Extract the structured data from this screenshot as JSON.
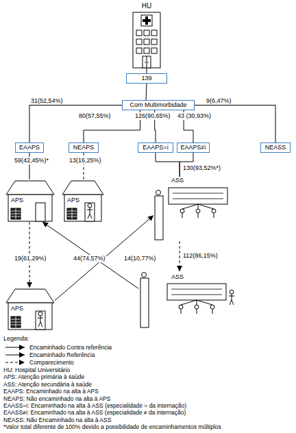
{
  "diagram": {
    "nodes": [
      {
        "text": [
          "HU"
        ]
      },
      {
        "text": [
          "139"
        ]
      },
      {
        "text": [
          "Com Multimorbidade"
        ]
      },
      {
        "text": [
          "EAAPS"
        ]
      },
      {
        "text": [
          "NEAPS"
        ]
      },
      {
        "text": [
          "EAAPS=i"
        ]
      },
      {
        "text": [
          "EAAPS≠i"
        ]
      },
      {
        "text": [
          "NEASS"
        ]
      },
      {
        "text": [
          "APS"
        ]
      },
      {
        "text": [
          "APS"
        ]
      },
      {
        "text": [
          "ASS"
        ]
      },
      {
        "text": [
          "APS"
        ]
      },
      {
        "text": [
          "ASS"
        ]
      }
    ],
    "edges": [
      {
        "from": 0,
        "to": 1,
        "arrow": "none"
      },
      {
        "from": 1,
        "to": 2,
        "arrow": "none"
      },
      {
        "from": 2,
        "to": 3,
        "label": "31(52,54%)",
        "arrow": "none"
      },
      {
        "from": 2,
        "to": 4,
        "label": "80(57,55%)",
        "arrow": "none"
      },
      {
        "from": 2,
        "to": 5,
        "label": "126(90,65%)",
        "arrow": "none"
      },
      {
        "from": 2,
        "to": 6,
        "label": "43 (30,93%)",
        "arrow": "none"
      },
      {
        "from": 2,
        "to": 7,
        "label": "9(6,47%)",
        "arrow": "none"
      },
      {
        "from": 3,
        "to": 8,
        "label": "59(42,45%)*",
        "arrow": "none"
      },
      {
        "from": 4,
        "to": 9,
        "label": "13(16,25%)",
        "arrow": "none"
      },
      {
        "from": 5,
        "to": 10,
        "label": "130(93,52%*)",
        "arrow": "none"
      },
      {
        "from": 6,
        "to": 10,
        "arrow": "none"
      },
      {
        "from": 8,
        "to": 11,
        "label": "19(61,29%)",
        "arrow": "to"
      },
      {
        "from": 11,
        "to": 10,
        "label": "14(10,77%)",
        "arrow": "to"
      },
      {
        "from": 10,
        "to": 12,
        "label": "112(86,15%)",
        "arrow": "to"
      },
      {
        "from": 12,
        "to": 8,
        "label": "44(74,57%)",
        "arrow": "to"
      }
    ],
    "labels": [
      "Legenda:",
      "HU: Hospital Universitário",
      "APS: Atenção primária à saúde",
      "ASS: Atenção secundária à saúde",
      "EAAPS: Encaminhado na alta à APS",
      "NEAPS: Não encaminhado na alta à APS",
      "EAASS=i: Encaminhado na alta à ASS (especialidade = da internação)",
      "EAASS≠i: Encaminhado na alta à ASS (especialidade ≠ da internação)",
      "NEASS: Não Encaminhado na alta à ASS",
      "*Valor total diferente de 100% devido a possibilidade de encaminhamentos múltiplos"
    ],
    "legend": [
      {
        "text": "Encaminhado Contra referência"
      },
      {
        "text": "Encaminhado Referência"
      },
      {
        "text": "Comparecimento"
      }
    ]
  }
}
